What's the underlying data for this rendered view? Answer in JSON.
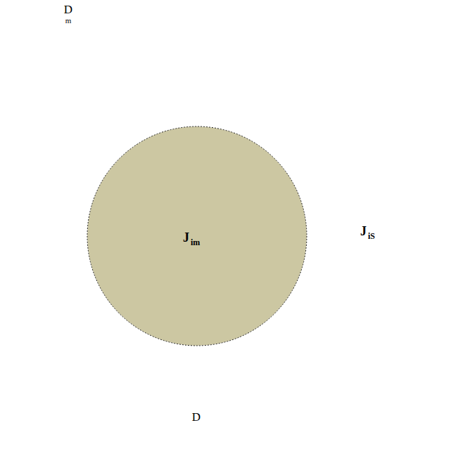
{
  "diagram": {
    "nodes": [
      {
        "text": [
          "J",
          "iS"
        ]
      },
      {
        "text": [
          "J",
          "im"
        ],
        "in": 0
      }
    ],
    "labels": [
      "D",
      "m",
      "D"
    ]
  }
}
